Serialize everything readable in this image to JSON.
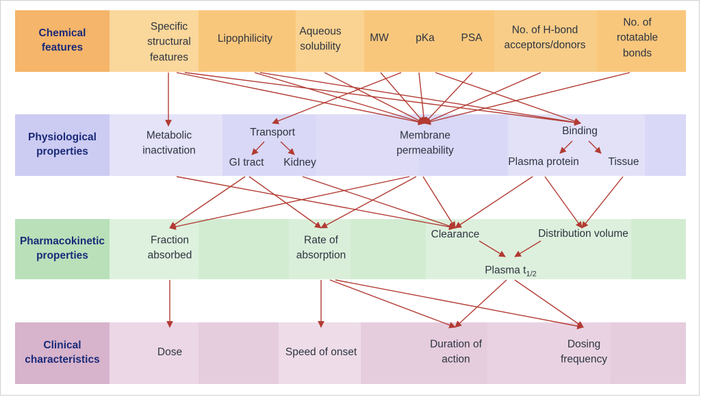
{
  "rows": {
    "chemical": {
      "heading": "Chemical\nfeatures",
      "items": [
        "Specific\nstructural\nfeatures",
        "Lipophilicity",
        "Aqueous\nsolubility",
        "MW",
        "pKa",
        "PSA",
        "No. of H-bond\nacceptors/donors",
        "No. of rotatable\nbonds"
      ]
    },
    "physiological": {
      "heading": "Physiological\nproperties",
      "items": [
        "Metabolic\ninactivation",
        "Transport",
        "GI tract",
        "Kidney",
        "Membrane\npermeability",
        "Binding",
        "Plasma protein",
        "Tissue"
      ]
    },
    "pharmacokinetic": {
      "heading": "Pharmacokinetic\nproperties",
      "items": [
        "Fraction\nabsorbed",
        "Rate of\nabsorption",
        "Clearance",
        "Distribution volume",
        "Plasma t",
        "1/2"
      ]
    },
    "clinical": {
      "heading": "Clinical\ncharacteristics",
      "items": [
        "Dose",
        "Speed of onset",
        "Duration of\naction",
        "Dosing\nfrequency"
      ]
    }
  },
  "colors": {
    "chemical_band": "#f9c77c",
    "chemical_head": "#f5b56a",
    "physiological_band": "#d9d8f6",
    "physiological_head": "#cccbf2",
    "pharmacokinetic_band": "#d2ecd2",
    "pharmacokinetic_head": "#b9e0b9",
    "clinical_band": "#e6cdde",
    "clinical_head": "#d7b3cc",
    "arrow": "#b23a32"
  }
}
